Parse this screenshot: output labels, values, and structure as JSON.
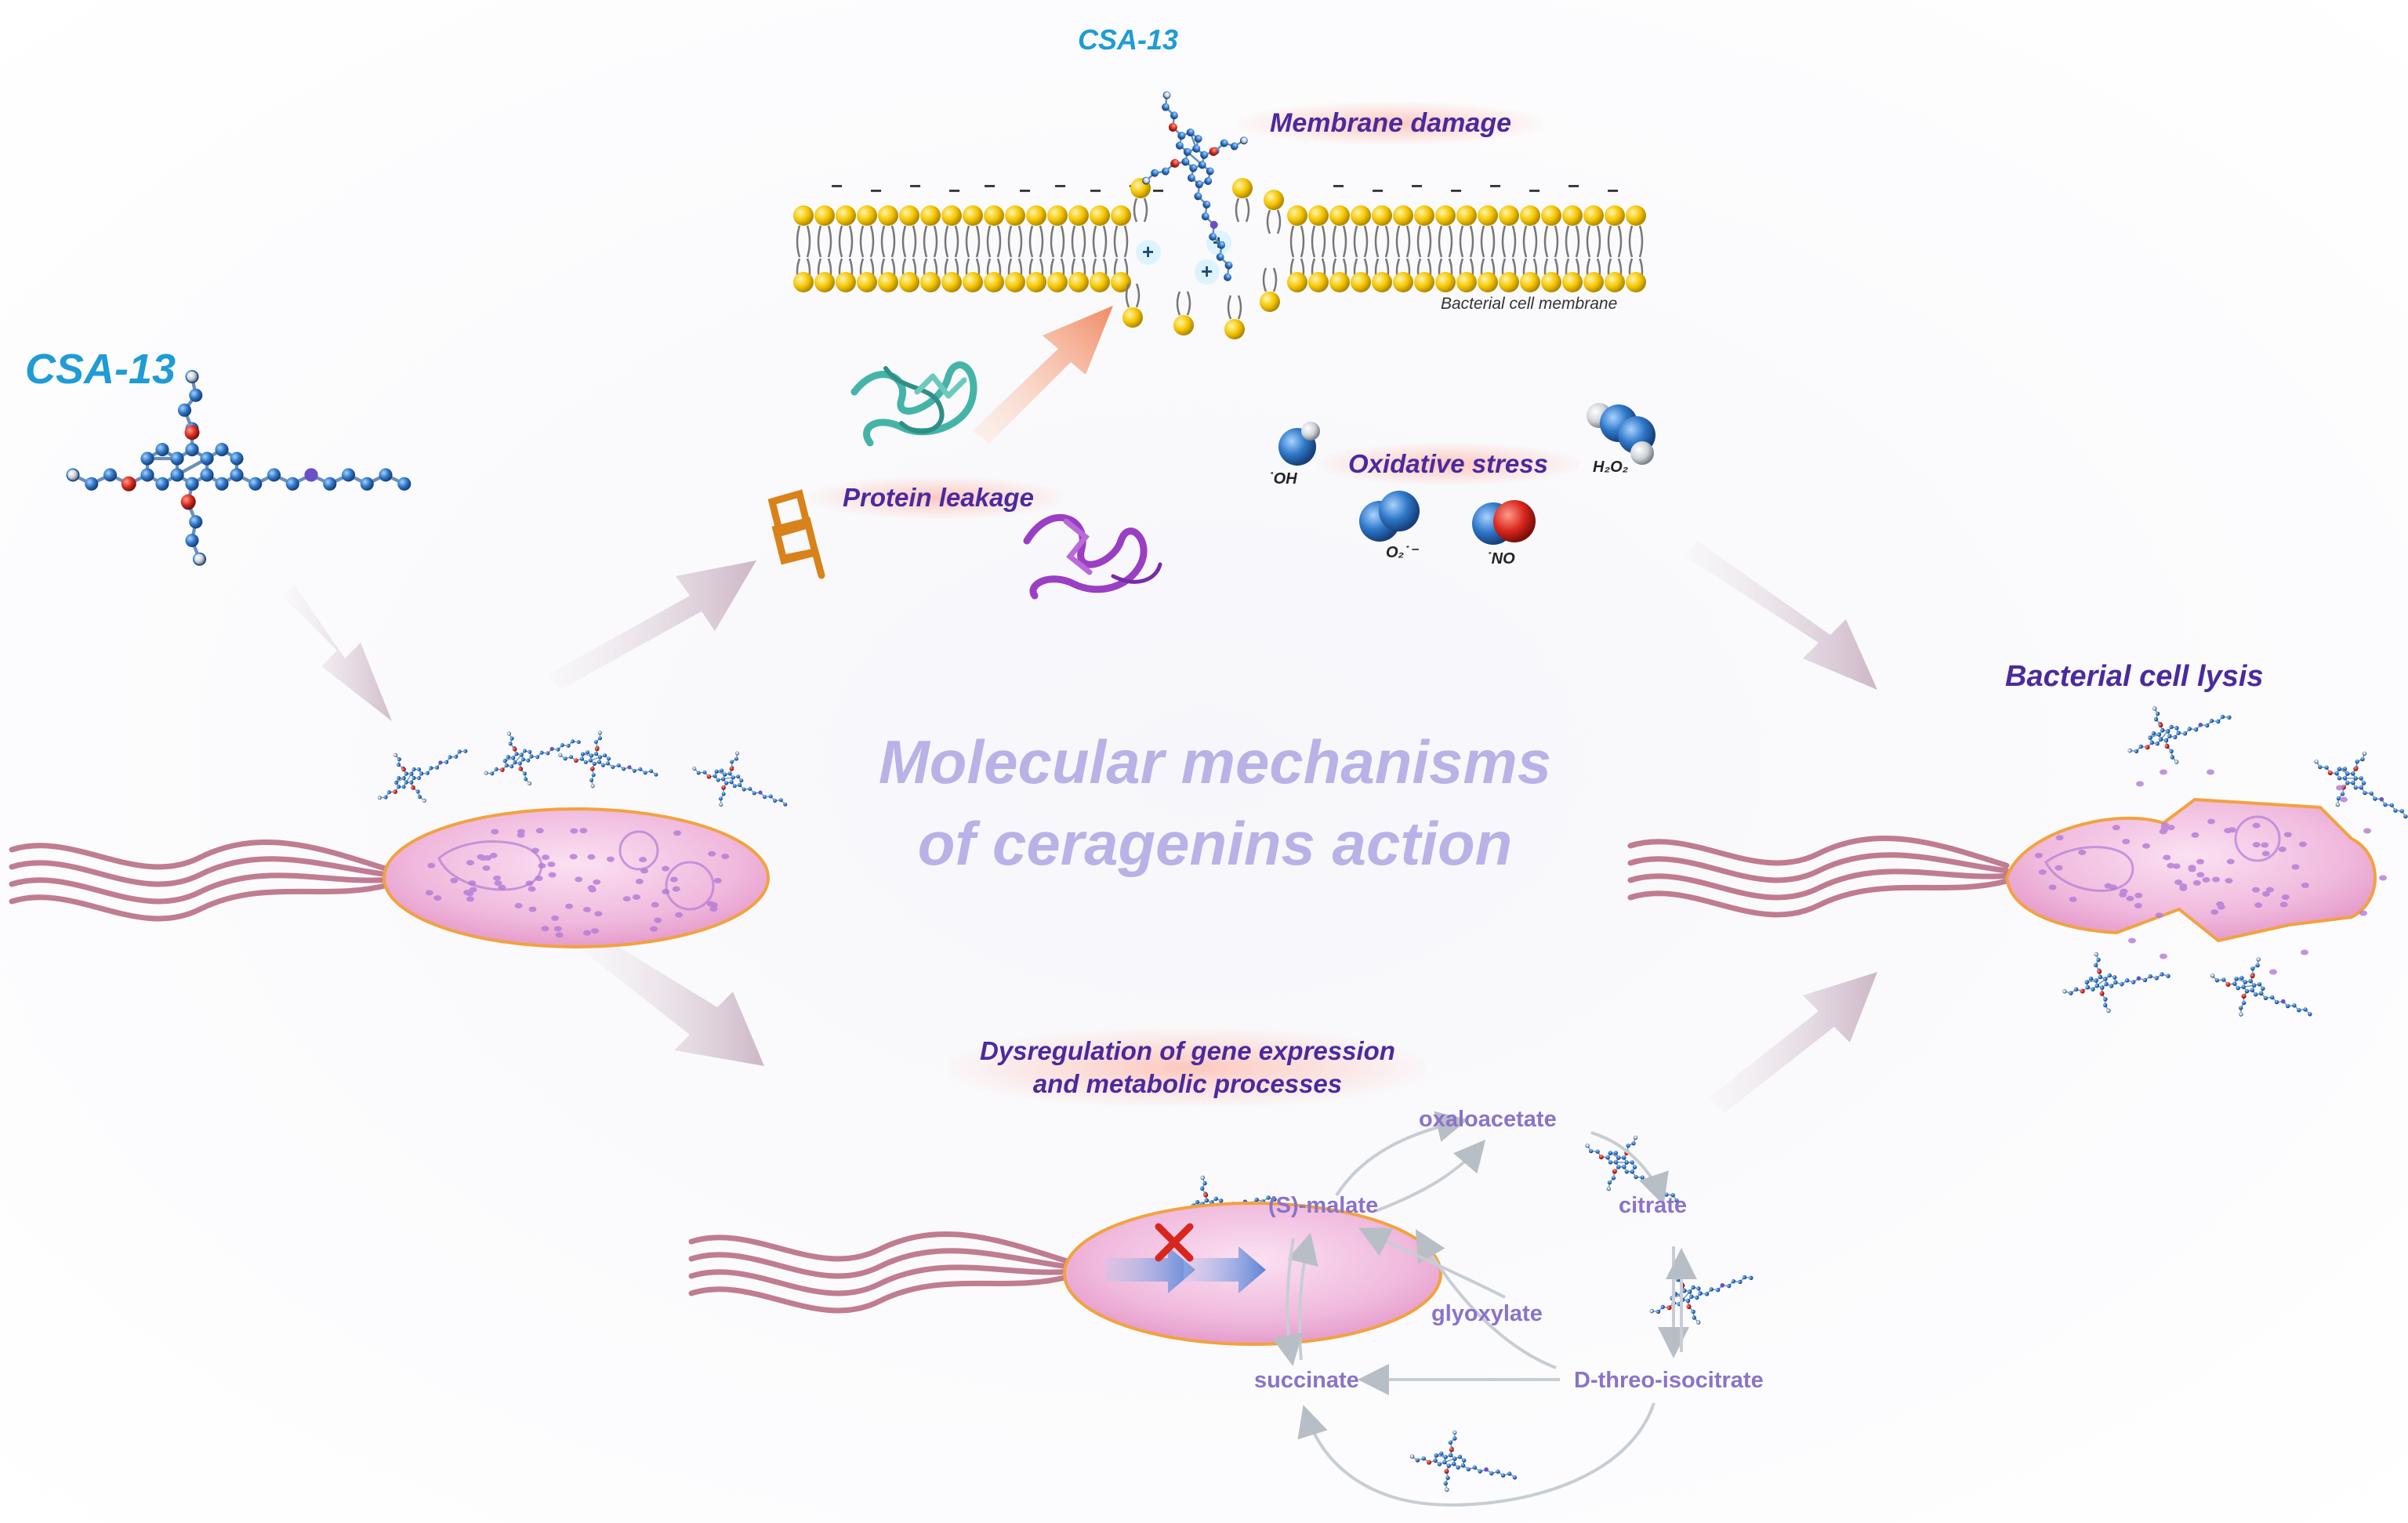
{
  "title": {
    "line1": "Molecular mechanisms",
    "line2": "of ceragenins action"
  },
  "labels": {
    "csa_main": "CSA-13",
    "csa_top": "CSA-13",
    "membrane_damage": "Membrane damage",
    "bacterial_membrane": "Bacterial cell membrane",
    "protein_leakage": "Protein leakage",
    "oxidative_stress": "Oxidative stress",
    "bacterial_lysis": "Bacterial cell lysis",
    "dysregulation_line1": "Dysregulation of gene expression",
    "dysregulation_line2": "and metabolic processes"
  },
  "chemicals": {
    "oh": "˙OH",
    "h2o2": "H₂O₂",
    "o2": "O₂˙⁻",
    "no": "˙NO"
  },
  "membrane_charges": {
    "negative": "−",
    "positive": "+"
  },
  "metabolites": {
    "oxaloacetate": "oxaloacetate",
    "malate": "(S)-malate",
    "citrate": "citrate",
    "glyoxylate": "glyoxylate",
    "succinate": "succinate",
    "isocitrate": "D-threo-isocitrate"
  },
  "colors": {
    "molecule_blue": "#2f78c9",
    "lipid_yellow": "#f5c400",
    "cell_pink": "#f2bfe0",
    "label_purple": "#4b2a9e",
    "metabolite_purple": "#8a73c9",
    "inhibition_red": "#d8261c"
  },
  "icons": [
    "csa13-molecule",
    "bacterium",
    "lipid-bilayer",
    "protein-ribbon",
    "ros-molecule",
    "inhibition-cross",
    "arrow"
  ]
}
